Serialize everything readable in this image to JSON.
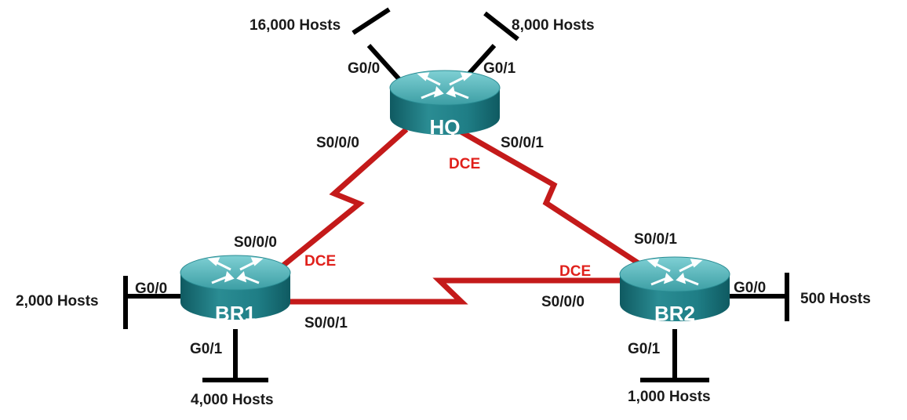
{
  "colors": {
    "serial_link": "#c41a1a",
    "dce_label": "#e0201b",
    "router_body": "#1f7e86",
    "router_top": "#55b4b9",
    "lan_line": "#000000"
  },
  "routers": {
    "hq": {
      "name": "HQ",
      "icon": "router-icon"
    },
    "br1": {
      "name": "BR1",
      "icon": "router-icon"
    },
    "br2": {
      "name": "BR2",
      "icon": "router-icon"
    }
  },
  "lans": {
    "hq_g00": {
      "interface": "G0/0",
      "hosts": "16,000 Hosts"
    },
    "hq_g01": {
      "interface": "G0/1",
      "hosts": "8,000 Hosts"
    },
    "br1_g00": {
      "interface": "G0/0",
      "hosts": "2,000 Hosts"
    },
    "br1_g01": {
      "interface": "G0/1",
      "hosts": "4,000 Hosts"
    },
    "br2_g00": {
      "interface": "G0/0",
      "hosts": "500 Hosts"
    },
    "br2_g01": {
      "interface": "G0/1",
      "hosts": "1,000 Hosts"
    }
  },
  "serial_links": {
    "hq_br1": {
      "hq_interface": "S0/0/0",
      "br1_interface": "S0/0/0",
      "dce_label": "DCE"
    },
    "hq_br2": {
      "hq_interface": "S0/0/1",
      "br2_interface": "S0/0/1",
      "dce_label": "DCE"
    },
    "br1_br2": {
      "br1_interface": "S0/0/1",
      "br2_interface": "S0/0/0",
      "dce_label": "DCE"
    }
  }
}
